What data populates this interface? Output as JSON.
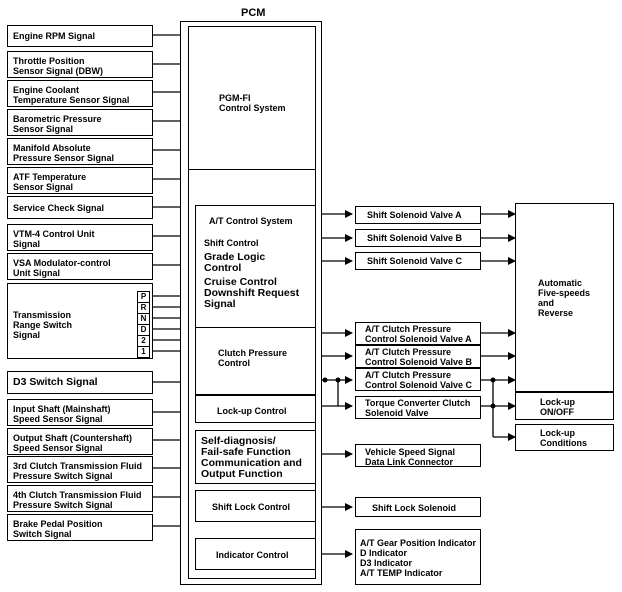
{
  "pcm_title": "PCM",
  "inputs": [
    "Engine RPM Signal",
    "Throttle Position\nSensor Signal (DBW)",
    "Engine Coolant\nTemperature Sensor Signal",
    "Barometric Pressure\nSensor Signal",
    "Manifold Absolute\nPressure Sensor Signal",
    "ATF Temperature\nSensor Signal",
    "Service Check Signal",
    "VTM-4 Control Unit\nSignal",
    "VSA Modulator-control\nUnit Signal",
    "Transmission\nRange Switch\nSignal",
    "D3 Switch Signal",
    "Input Shaft (Mainshaft)\nSpeed Sensor Signal",
    "Output Shaft (Countershaft)\nSpeed Sensor Signal",
    "3rd Clutch Transmission Fluid\nPressure Switch Signal",
    "4th Clutch Transmission Fluid\nPressure Switch Signal",
    "Brake Pedal Position\nSwitch Signal"
  ],
  "gear_positions": [
    "P",
    "R",
    "N",
    "D",
    "2",
    "1"
  ],
  "pcm_blocks": {
    "pgmfi": "PGM-FI\nControl System",
    "at_control": "A/T Control System",
    "shift_control": "Shift Control",
    "grade_logic": "Grade Logic\nControl",
    "cruise": "Cruise Control\nDownshift Request\nSignal",
    "clutch_pressure": "Clutch Pressure\nControl",
    "lockup": "Lock-up Control",
    "self_diag": "Self-diagnosis/\nFail-safe Function\nCommunication and\nOutput Function",
    "shift_lock": "Shift Lock Control",
    "indicator": "Indicator Control"
  },
  "outputs": {
    "ssv_a": "Shift Solenoid Valve A",
    "ssv_b": "Shift Solenoid Valve B",
    "ssv_c": "Shift Solenoid Valve C",
    "cpsv_a": "A/T Clutch Pressure\nControl Solenoid Valve A",
    "cpsv_b": "A/T Clutch Pressure\nControl Solenoid Valve B",
    "cpsv_c": "A/T Clutch Pressure\nControl Solenoid Valve C",
    "tcc": "Torque Converter Clutch\nSolenoid Valve",
    "vss": "Vehicle Speed Signal\nData Link Connector",
    "shift_lock_sol": "Shift Lock Solenoid",
    "indicators": "A/T Gear Position Indicator\nD Indicator\nD3 Indicator\nA/T TEMP Indicator"
  },
  "results": {
    "auto5": "Automatic\nFive-speeds\nand\nReverse",
    "lockup_onoff": "Lock-up\nON/OFF",
    "lockup_cond": "Lock-up\nConditions"
  }
}
